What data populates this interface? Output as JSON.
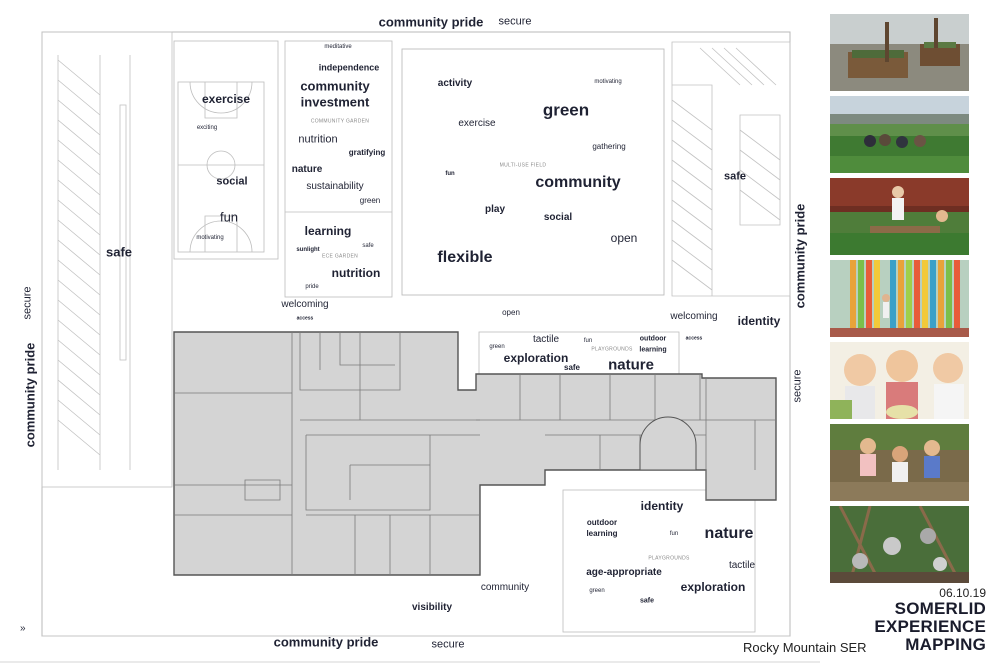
{
  "page": {
    "date": "06.10.19",
    "title_lines": [
      "SOMERLID",
      "EXPERIENCE",
      "MAPPING"
    ],
    "organization": "Rocky Mountain SER",
    "nav_icon": "double-chevron-right-icon"
  },
  "zone_tags": {
    "community_garden": "COMMUNITY GARDEN",
    "multi_use_field": "MULTI-USE FIELD",
    "ece_garden": "ECE GARDEN",
    "playgrounds_upper": "PLAYGROUNDS",
    "playgrounds_lower": "PLAYGROUNDS"
  },
  "words": {
    "top_community_pride": "community pride",
    "top_secure": "secure",
    "bottom_community_pride": "community pride",
    "bottom_secure": "secure",
    "left_secure": "secure",
    "left_community_pride": "community pride",
    "right_community_pride": "community pride",
    "right_secure": "secure",
    "safe_left": "safe",
    "court_exercise": "exercise",
    "court_exciting": "exciting",
    "court_social": "social",
    "court_fun": "fun",
    "court_motivating": "motivating",
    "cg_meditative": "meditative",
    "cg_independence": "independence",
    "cg_community": "community",
    "cg_investment": "investment",
    "cg_nutrition": "nutrition",
    "cg_gratifying": "gratifying",
    "cg_nature": "nature",
    "cg_sustainability": "sustainability",
    "cg_green": "green",
    "ece_learning": "learning",
    "ece_safe": "safe",
    "ece_sunlight": "sunlight",
    "ece_nutrition": "nutrition",
    "ece_pride": "pride",
    "field_activity": "activity",
    "field_motivating": "motivating",
    "field_green": "green",
    "field_exercise": "exercise",
    "field_gathering": "gathering",
    "field_fun": "fun",
    "field_community": "community",
    "field_play": "play",
    "field_social": "social",
    "field_open": "open",
    "field_flexible": "flexible",
    "safe_right": "safe",
    "welcoming_left": "welcoming",
    "access_left": "access",
    "open_mid": "open",
    "welcoming_right": "welcoming",
    "identity_right": "identity",
    "pg_tactile": "tactile",
    "pg_fun": "fun",
    "pg_outdoor": "outdoor",
    "pg_learning": "learning",
    "pg_access": "access",
    "pg_green": "green",
    "pg_exploration": "exploration",
    "pg_safe": "safe",
    "pg_nature": "nature",
    "lp_identity": "identity",
    "lp_outdoor": "outdoor",
    "lp_learning": "learning",
    "lp_fun": "fun",
    "lp_nature": "nature",
    "lp_age": "age-appropriate",
    "lp_tactile": "tactile",
    "lp_exploration": "exploration",
    "lp_green": "green",
    "lp_safe": "safe",
    "community_lower": "community",
    "visibility": "visibility"
  },
  "colors": {
    "ink": "#1f2233",
    "building_fill": "#d4d4d4",
    "line": "#b0b0b0",
    "building_edge": "#555555"
  }
}
